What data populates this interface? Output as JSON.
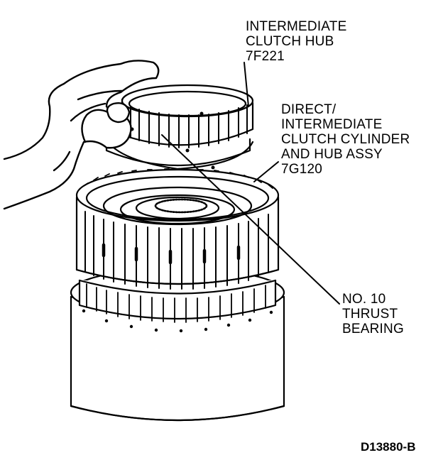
{
  "callouts": {
    "intermediate_hub": {
      "line1": "INTERMEDIATE",
      "line2": "CLUTCH HUB",
      "line3": "7F221"
    },
    "direct_cylinder": {
      "line1": "DIRECT/",
      "line2": "INTERMEDIATE",
      "line3": "CLUTCH CYLINDER",
      "line4": "AND HUB ASSY",
      "line5": "7G120"
    },
    "thrust_bearing": {
      "line1": "NO. 10",
      "line2": "THRUST",
      "line3": "BEARING"
    }
  },
  "figure_id": "D13880-B",
  "colors": {
    "ink": "#000000",
    "paper": "#ffffff"
  }
}
